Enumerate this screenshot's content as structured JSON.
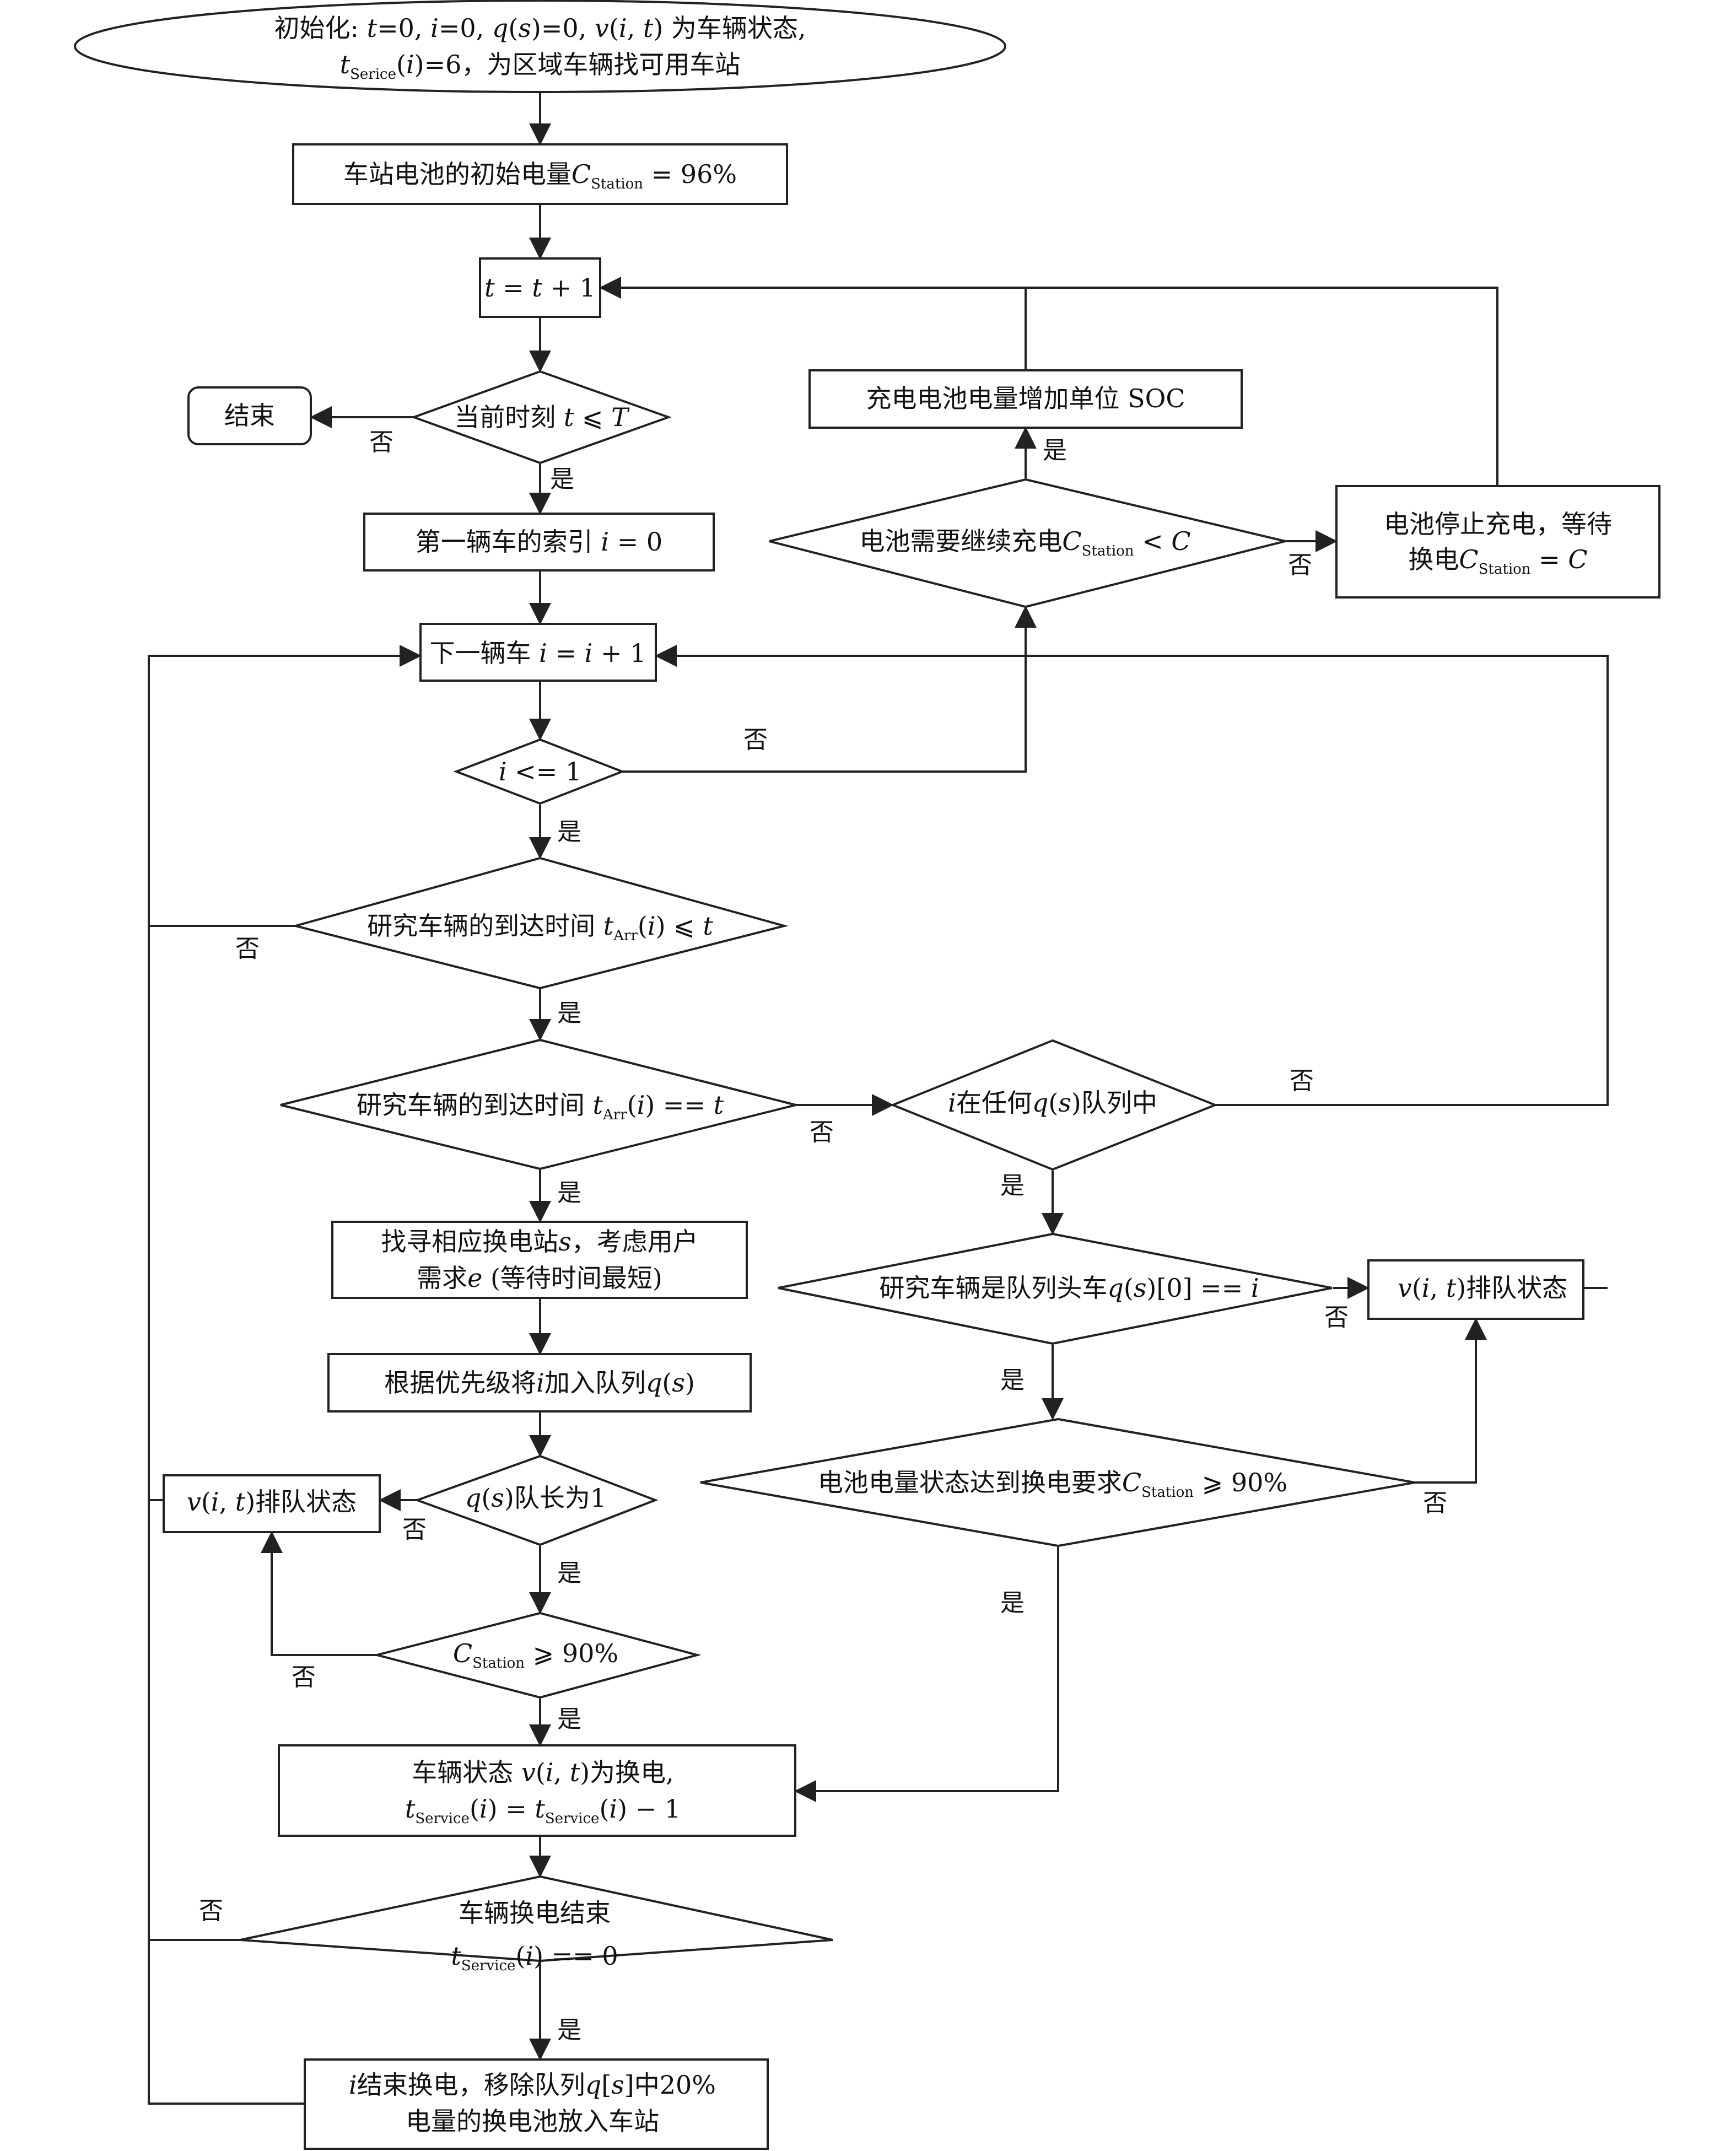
{
  "nodes": {
    "init": {
      "lines": [
        [
          {
            "t": "初始化: "
          },
          {
            "t": "t",
            "i": true
          },
          {
            "t": "=0, "
          },
          {
            "t": "i",
            "i": true
          },
          {
            "t": "=0, "
          },
          {
            "t": "q",
            "i": true
          },
          {
            "t": "("
          },
          {
            "t": "s",
            "i": true
          },
          {
            "t": ")=0, "
          },
          {
            "t": "v",
            "i": true
          },
          {
            "t": "("
          },
          {
            "t": "i",
            "i": true
          },
          {
            "t": ", "
          },
          {
            "t": "t",
            "i": true
          },
          {
            "t": ") 为车辆状态,"
          }
        ],
        [
          {
            "t": "t",
            "i": true
          },
          {
            "t": "Serice",
            "sub": true
          },
          {
            "t": "("
          },
          {
            "t": "i",
            "i": true
          },
          {
            "t": ")=6，为区域车辆找可用车站"
          }
        ]
      ]
    },
    "station_init": {
      "lines": [
        [
          {
            "t": "车站电池的初始电量"
          },
          {
            "t": "C",
            "i": true
          },
          {
            "t": "Station",
            "sub": true
          },
          {
            "t": " = 96%"
          }
        ]
      ]
    },
    "time_step": {
      "lines": [
        [
          {
            "t": "t",
            "i": true
          },
          {
            "t": " = "
          },
          {
            "t": "t",
            "i": true
          },
          {
            "t": " + 1"
          }
        ]
      ]
    },
    "end": {
      "lines": [
        [
          {
            "t": "结束"
          }
        ]
      ]
    },
    "time_check": {
      "lines": [
        [
          {
            "t": "当前时刻 "
          },
          {
            "t": "t",
            "i": true
          },
          {
            "t": " ⩽ "
          },
          {
            "t": "T",
            "i": true
          }
        ]
      ]
    },
    "first_vehicle": {
      "lines": [
        [
          {
            "t": "第一辆车的索引 "
          },
          {
            "t": "i",
            "i": true
          },
          {
            "t": " = 0"
          }
        ]
      ]
    },
    "next_vehicle": {
      "lines": [
        [
          {
            "t": "下一辆车 "
          },
          {
            "t": "i",
            "i": true
          },
          {
            "t": " = "
          },
          {
            "t": "i",
            "i": true
          },
          {
            "t": " + 1"
          }
        ]
      ]
    },
    "i_check": {
      "lines": [
        [
          {
            "t": "i",
            "i": true
          },
          {
            "t": " <= 1"
          }
        ]
      ]
    },
    "arrival_le": {
      "lines": [
        [
          {
            "t": "研究车辆的到达时间 "
          },
          {
            "t": "t",
            "i": true
          },
          {
            "t": "Arr",
            "sub": true
          },
          {
            "t": "("
          },
          {
            "t": "i",
            "i": true
          },
          {
            "t": ") ⩽ "
          },
          {
            "t": "t",
            "i": true
          }
        ]
      ]
    },
    "arrival_eq": {
      "lines": [
        [
          {
            "t": "研究车辆的到达时间 "
          },
          {
            "t": "t",
            "i": true
          },
          {
            "t": "Arr",
            "sub": true
          },
          {
            "t": "("
          },
          {
            "t": "i",
            "i": true
          },
          {
            "t": ") == "
          },
          {
            "t": "t",
            "i": true
          }
        ]
      ]
    },
    "find_station": {
      "lines": [
        [
          {
            "t": "找寻相应换电站"
          },
          {
            "t": "s",
            "i": true
          },
          {
            "t": "，考虑用户"
          }
        ],
        [
          {
            "t": "需求"
          },
          {
            "t": "e",
            "i": true
          },
          {
            "t": " (等待时间最短)"
          }
        ]
      ]
    },
    "join_queue": {
      "lines": [
        [
          {
            "t": "根据优先级将"
          },
          {
            "t": "i",
            "i": true
          },
          {
            "t": "加入队列"
          },
          {
            "t": "q",
            "i": true
          },
          {
            "t": "("
          },
          {
            "t": "s",
            "i": true
          },
          {
            "t": ")"
          }
        ]
      ]
    },
    "queue_len": {
      "lines": [
        [
          {
            "t": "q",
            "i": true
          },
          {
            "t": "("
          },
          {
            "t": "s",
            "i": true
          },
          {
            "t": ")队长为1"
          }
        ]
      ]
    },
    "queue_state_left": {
      "lines": [
        [
          {
            "t": "v",
            "i": true
          },
          {
            "t": "("
          },
          {
            "t": "i",
            "i": true
          },
          {
            "t": ", "
          },
          {
            "t": "t",
            "i": true
          },
          {
            "t": ")排队状态"
          }
        ]
      ]
    },
    "cstation_check": {
      "lines": [
        [
          {
            "t": "C",
            "i": true
          },
          {
            "t": "Station",
            "sub": true
          },
          {
            "t": " ⩾ 90%"
          }
        ]
      ]
    },
    "swap_state": {
      "lines": [
        [
          {
            "t": "车辆状态 "
          },
          {
            "t": "v",
            "i": true
          },
          {
            "t": "("
          },
          {
            "t": "i",
            "i": true
          },
          {
            "t": ", "
          },
          {
            "t": "t",
            "i": true
          },
          {
            "t": ")为换电,"
          }
        ],
        [
          {
            "t": "t",
            "i": true
          },
          {
            "t": "Service",
            "sub": true
          },
          {
            "t": "("
          },
          {
            "t": "i",
            "i": true
          },
          {
            "t": ") = "
          },
          {
            "t": "t",
            "i": true
          },
          {
            "t": "Service",
            "sub": true
          },
          {
            "t": "("
          },
          {
            "t": "i",
            "i": true
          },
          {
            "t": ") − 1"
          }
        ]
      ]
    },
    "swap_done": {
      "lines": [
        [
          {
            "t": "车辆换电结束"
          }
        ],
        [
          {
            "t": "t",
            "i": true
          },
          {
            "t": "Service",
            "sub": true
          },
          {
            "t": "("
          },
          {
            "t": "i",
            "i": true
          },
          {
            "t": ") == 0"
          }
        ]
      ]
    },
    "finish_swap": {
      "lines": [
        [
          {
            "t": "i",
            "i": true
          },
          {
            "t": "结束换电，移除队列"
          },
          {
            "t": "q",
            "i": true
          },
          {
            "t": "["
          },
          {
            "t": "s",
            "i": true
          },
          {
            "t": "]中20%"
          }
        ],
        [
          {
            "t": "电量的换电池放入车站"
          }
        ]
      ]
    },
    "in_queue": {
      "lines": [
        [
          {
            "t": "i",
            "i": true
          },
          {
            "t": "在任何"
          },
          {
            "t": "q",
            "i": true
          },
          {
            "t": "("
          },
          {
            "t": "s",
            "i": true
          },
          {
            "t": ")队列中"
          }
        ]
      ]
    },
    "queue_head": {
      "lines": [
        [
          {
            "t": "研究车辆是队列头车"
          },
          {
            "t": "q",
            "i": true
          },
          {
            "t": "("
          },
          {
            "t": "s",
            "i": true
          },
          {
            "t": ")[0] == "
          },
          {
            "t": "i",
            "i": true
          }
        ]
      ]
    },
    "queue_state_right": {
      "lines": [
        [
          {
            "t": "v",
            "i": true
          },
          {
            "t": "("
          },
          {
            "t": "i",
            "i": true
          },
          {
            "t": ", "
          },
          {
            "t": "t",
            "i": true
          },
          {
            "t": ")排队状态"
          }
        ]
      ]
    },
    "battery_soc": {
      "lines": [
        [
          {
            "t": "电池电量状态达到换电要求"
          },
          {
            "t": "C",
            "i": true
          },
          {
            "t": "Station",
            "sub": true
          },
          {
            "t": " ⩾ 90%"
          }
        ]
      ]
    },
    "charge_add": {
      "lines": [
        [
          {
            "t": "充电电池电量增加单位 SOC"
          }
        ]
      ]
    },
    "need_charge": {
      "lines": [
        [
          {
            "t": "电池需要继续充电"
          },
          {
            "t": "C",
            "i": true
          },
          {
            "t": "Station",
            "sub": true
          },
          {
            "t": " < "
          },
          {
            "t": "C",
            "i": true
          }
        ]
      ]
    },
    "stop_charge": {
      "lines": [
        [
          {
            "t": "电池停止充电，等待"
          }
        ],
        [
          {
            "t": "换电"
          },
          {
            "t": "C",
            "i": true
          },
          {
            "t": "Station",
            "sub": true
          },
          {
            "t": " = "
          },
          {
            "t": "C",
            "i": true
          }
        ]
      ]
    }
  },
  "edge_labels": {
    "time_no": "否",
    "time_yes": "是",
    "i_no": "否",
    "i_yes": "是",
    "arrle_no": "否",
    "arrle_yes": "是",
    "arreq_no": "否",
    "arreq_yes": "是",
    "inq_no": "否",
    "inq_yes": "是",
    "head_no": "否",
    "head_yes": "是",
    "soc_no": "否",
    "soc_yes": "是",
    "qlen_no": "否",
    "qlen_yes": "是",
    "cst_no": "否",
    "cst_yes": "是",
    "done_no": "否",
    "done_yes": "是",
    "need_yes": "是",
    "need_no": "否"
  }
}
